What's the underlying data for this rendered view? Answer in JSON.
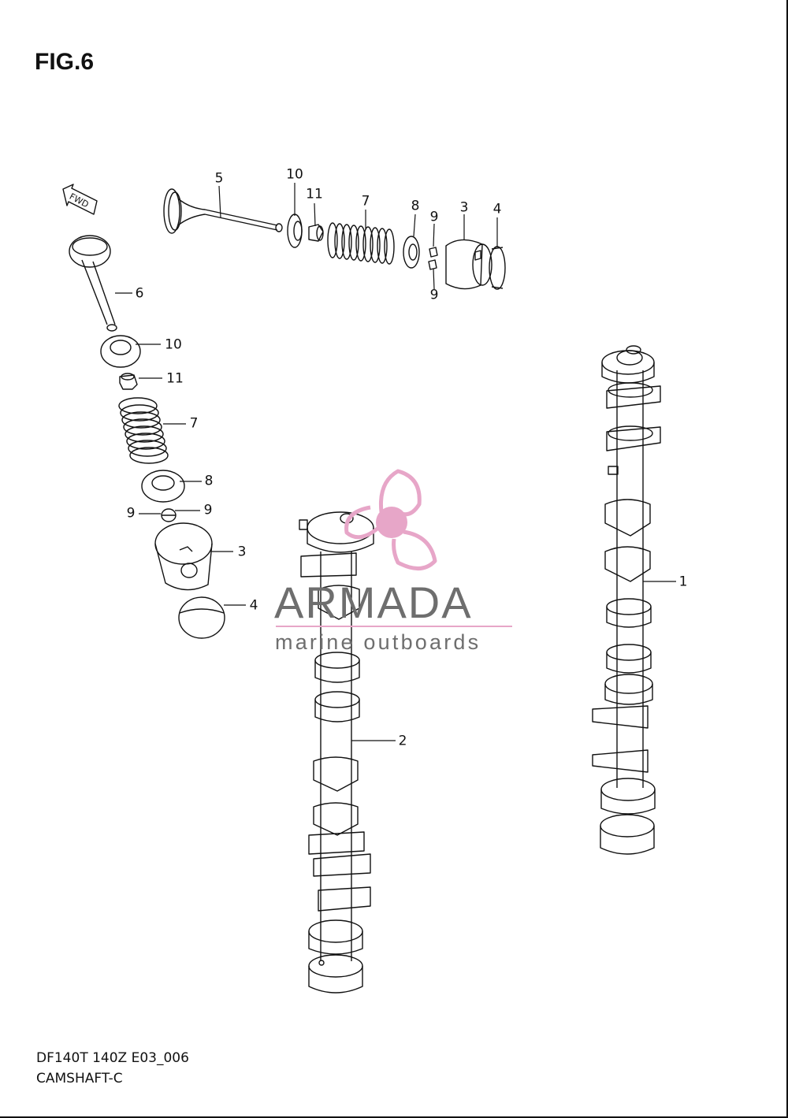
{
  "figure": {
    "title": "FIG.6",
    "code": "DF140T 140Z E03_006",
    "caption": "CAMSHAFT-C"
  },
  "direction_marker": {
    "label": "FWD"
  },
  "callouts": {
    "top_row": [
      "5",
      "10",
      "11",
      "7",
      "8",
      "9",
      "9",
      "3",
      "4"
    ],
    "left_column": [
      "6",
      "10",
      "11",
      "7",
      "8",
      "9",
      "9",
      "3",
      "4"
    ],
    "camshafts": [
      "1",
      "2"
    ]
  },
  "watermark": {
    "brand": "ARMADA",
    "tagline": "marine outboards",
    "accent_color": "#e7a6c8",
    "text_color": "#6e6e6e"
  },
  "colors": {
    "line": "#111111",
    "background": "#ffffff"
  }
}
